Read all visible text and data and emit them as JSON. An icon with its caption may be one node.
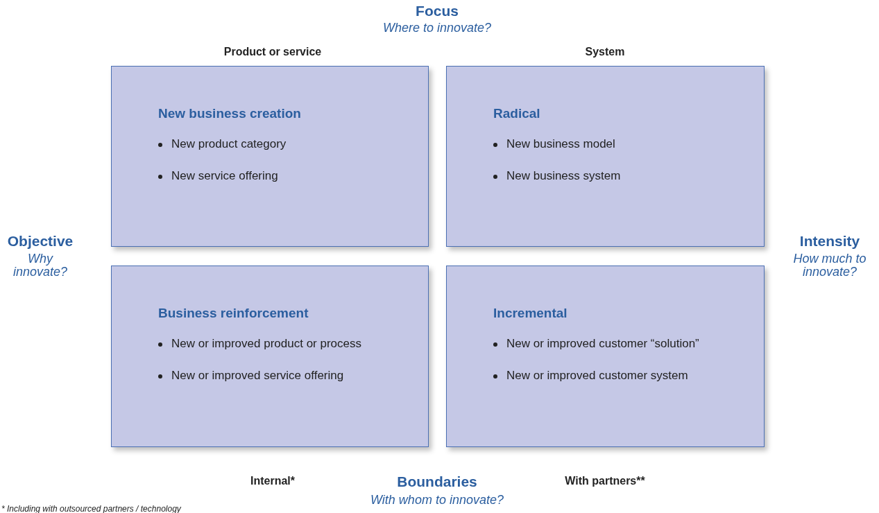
{
  "diagram": {
    "nodes": [
      {
        "text": [
          "New business creation",
          "New product category",
          "New service offering"
        ]
      },
      {
        "text": [
          "Radical",
          "New business model",
          "New business system"
        ]
      },
      {
        "text": [
          "Business reinforcement",
          "New or improved product or process",
          "New or improved service offering"
        ]
      },
      {
        "text": [
          "Incremental",
          "New or improved customer “solution”",
          "New or improved customer system"
        ]
      }
    ],
    "labels": [
      "Focus",
      "Where to innovate?",
      "Product or service",
      "System",
      "Objective",
      "Why innovate?",
      "Intensity",
      "How much to innovate?",
      "Internal*",
      "With partners**",
      "Boundaries",
      "With whom to innovate?",
      "* Including with outsourced partners / technology"
    ]
  }
}
